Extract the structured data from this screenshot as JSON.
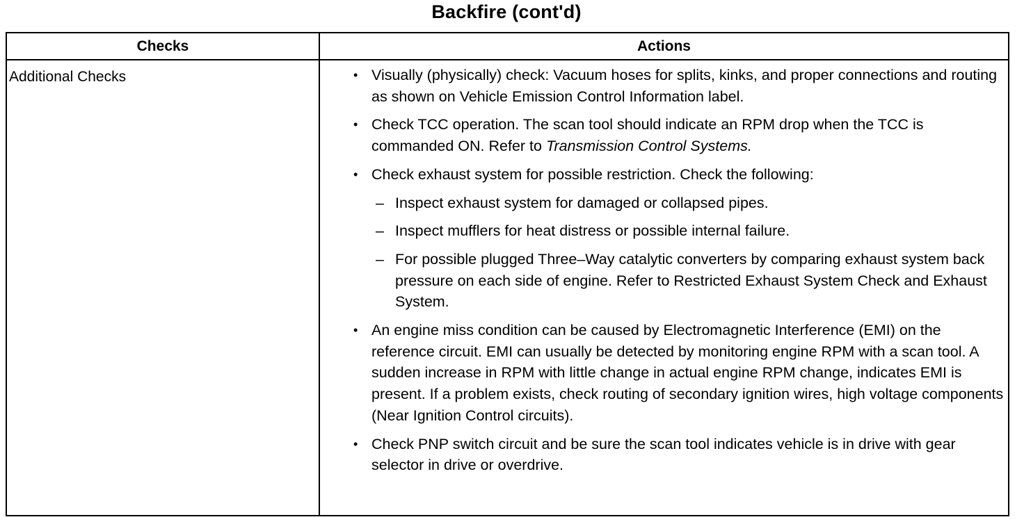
{
  "title": "Backfire (cont'd)",
  "table": {
    "headers": {
      "checks": "Checks",
      "actions": "Actions"
    },
    "row": {
      "check": "Additional Checks",
      "actions": {
        "a1": "Visually (physically) check: Vacuum hoses for splits, kinks, and proper connections and routing as shown on Vehicle Emission Control Information label.",
        "a2_text": "Check TCC operation. The scan tool should indicate an RPM drop when the TCC is commanded ON. Refer to ",
        "a2_ref": "Transmission Control Systems.",
        "a3": "Check exhaust system for possible restriction. Check the following:",
        "a3_subs": {
          "s1": "Inspect exhaust system for damaged or collapsed pipes.",
          "s2": "Inspect mufflers for heat distress or possible internal failure.",
          "s3": "For possible plugged Three–Way catalytic converters by comparing exhaust system back pressure on each side of engine. Refer to Restricted Exhaust System Check and Exhaust System."
        },
        "a4": "An engine miss condition can be caused by Electromagnetic Interference (EMI) on the reference circuit. EMI can usually be detected by monitoring engine RPM with a scan tool. A sudden increase in RPM with little change in actual engine RPM change, indicates EMI is present. If a problem exists, check routing of secondary ignition wires, high voltage components (Near Ignition Control circuits).",
        "a5": "Check PNP switch circuit and be sure the scan tool indicates vehicle is in drive with gear selector in drive or overdrive."
      }
    },
    "bullet_symbol": "•",
    "dash_symbol": "–"
  }
}
